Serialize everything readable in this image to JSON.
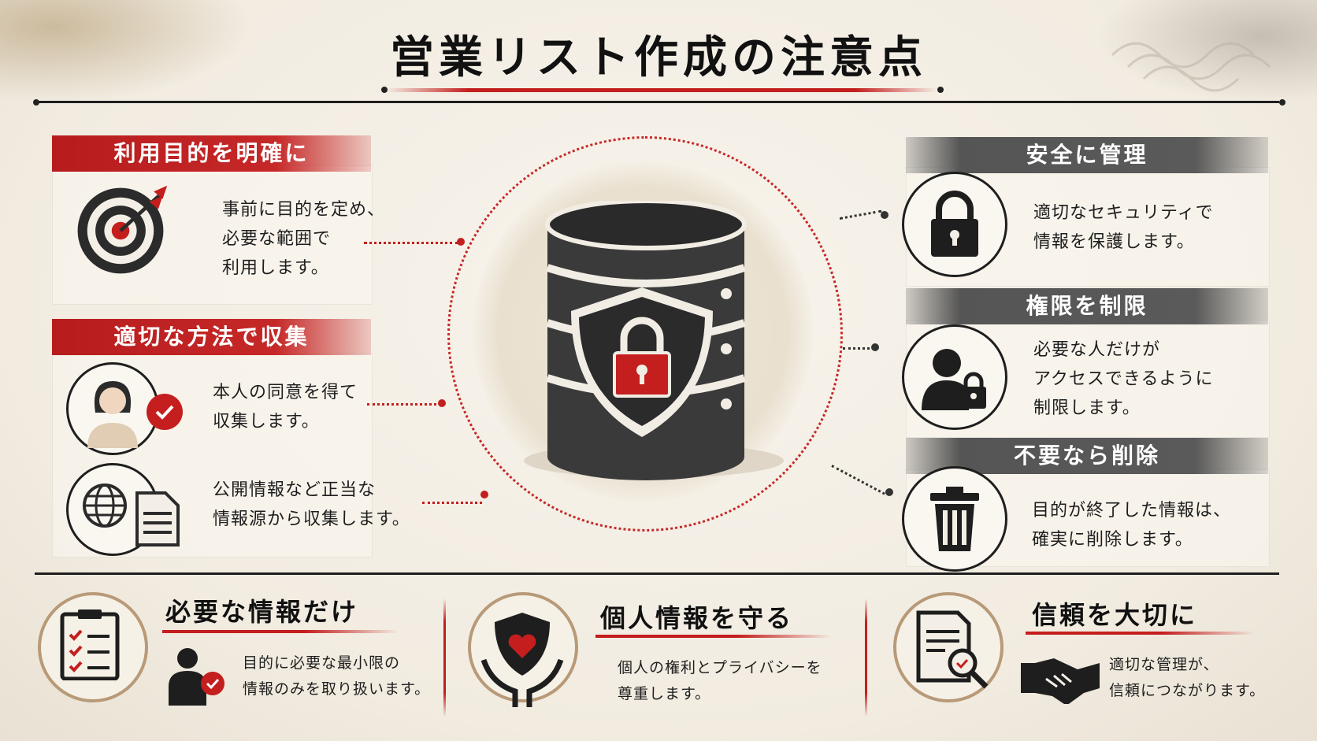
{
  "title": "営業リスト作成の注意点",
  "left": [
    {
      "heading": "利用目的を明確に",
      "lines": [
        "事前に目的を定め、",
        "必要な範囲で",
        "利用します。"
      ],
      "icon": "target-icon"
    },
    {
      "heading": "適切な方法で収集",
      "items": [
        {
          "lines": [
            "本人の同意を得て",
            "収集します。"
          ],
          "icon": "person-consent-icon"
        },
        {
          "lines": [
            "公開情報など正当な",
            "情報源から収集します。"
          ],
          "icon": "globe-document-icon"
        }
      ]
    }
  ],
  "right": [
    {
      "heading": "安全に管理",
      "lines": [
        "適切なセキュリティで",
        "情報を保護します。"
      ],
      "icon": "padlock-icon"
    },
    {
      "heading": "権限を制限",
      "lines": [
        "必要な人だけが",
        "アクセスできるように",
        "制限します。"
      ],
      "icon": "user-lock-icon"
    },
    {
      "heading": "不要なら削除",
      "lines": [
        "目的が終了した情報は、",
        "確実に削除します。"
      ],
      "icon": "trash-icon"
    }
  ],
  "center": {
    "icon": "database-shield-lock-icon"
  },
  "bottom": [
    {
      "heading": "必要な情報だけ",
      "lines": [
        "目的に必要な最小限の",
        "情報のみを取り扱います。"
      ],
      "icon": "checklist-icon"
    },
    {
      "heading": "個人情報を守る",
      "lines": [
        "個人の権利とプライバシーを",
        "尊重します。"
      ],
      "icon": "hands-shield-heart-icon"
    },
    {
      "heading": "信頼を大切に",
      "lines": [
        "適切な管理が、",
        "信頼につながります。"
      ],
      "icon": "document-magnifier-icon"
    }
  ],
  "colors": {
    "accent": "#c41e1e",
    "dark": "#1e1e1e",
    "gray_header": "#5a5a5a",
    "background": "#f4efe6"
  }
}
